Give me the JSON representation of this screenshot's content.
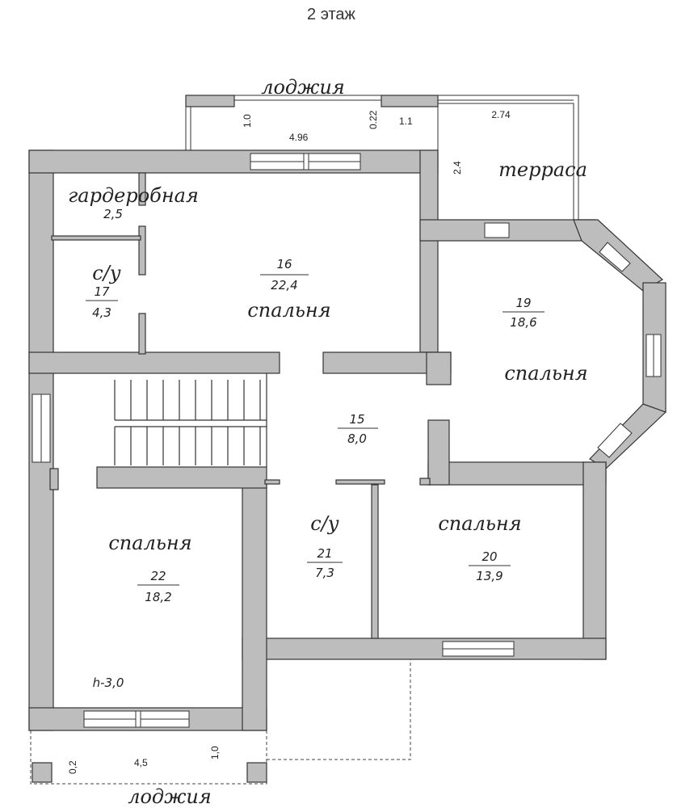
{
  "floor_title": "2 этаж",
  "loggia_top": {
    "label": "лоджия",
    "width": "4.96",
    "depth": "1.0",
    "dim_a": "0.22",
    "dim_b": "1.1"
  },
  "terrace": {
    "label": "терраса",
    "width": "2.74",
    "depth": "2.4"
  },
  "rooms": {
    "wardrobe": {
      "label": "гардеробная",
      "area": "2,5"
    },
    "bath_left": {
      "label": "с/у",
      "num": "17",
      "area": "4,3"
    },
    "bedroom_16": {
      "label": "спальня",
      "num": "16",
      "area": "22,4"
    },
    "bedroom_19": {
      "label": "спальня",
      "num": "19",
      "area": "18,6"
    },
    "hall_15": {
      "num": "15",
      "area": "8,0"
    },
    "bath_21": {
      "label": "с/у",
      "num": "21",
      "area": "7,3"
    },
    "bedroom_20": {
      "label": "спальня",
      "num": "20",
      "area": "13,9"
    },
    "bedroom_22": {
      "label": "спальня",
      "num": "22",
      "area": "18,2"
    }
  },
  "height_note": "h-3,0",
  "loggia_bottom": {
    "label": "лоджия",
    "width": "4,5",
    "depth": "1,0",
    "dim_a": "0,2"
  }
}
